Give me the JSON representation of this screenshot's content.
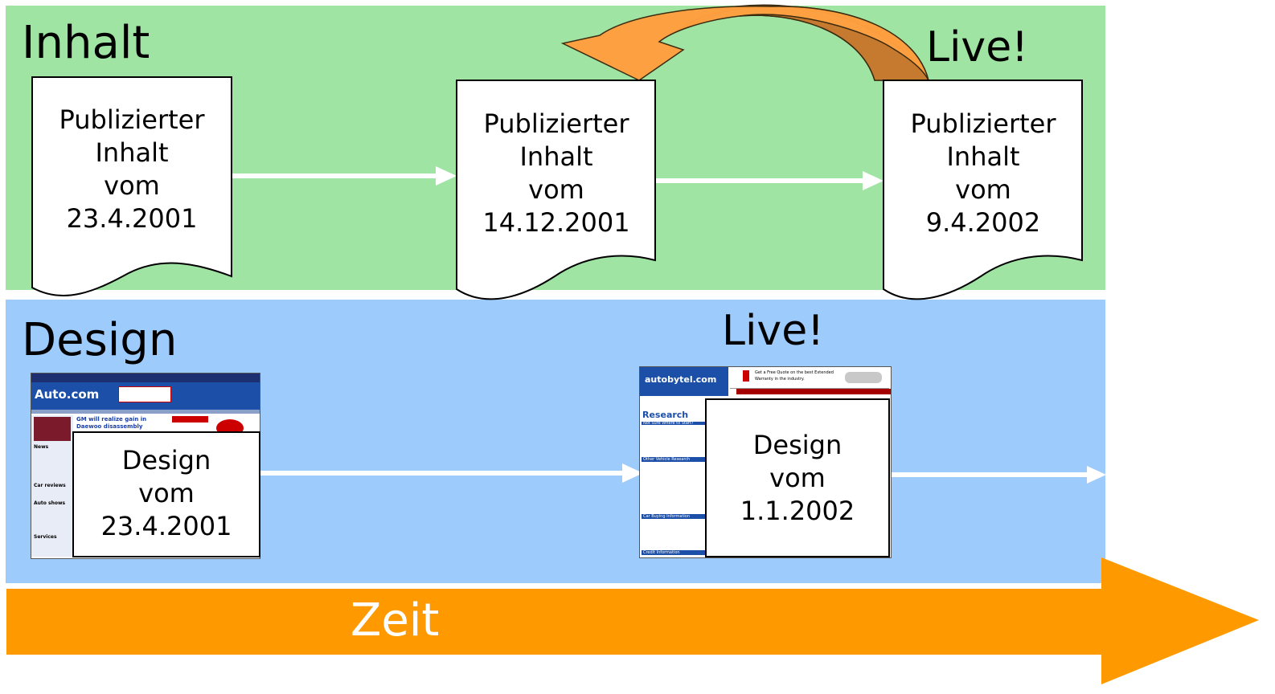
{
  "lanes": {
    "content": {
      "label": "Inhalt",
      "live": "Live!",
      "color": "#a0e4a3"
    },
    "design": {
      "label": "Design",
      "live": "Live!",
      "color": "#9ccbfc"
    }
  },
  "documents": [
    {
      "lines": [
        "Publizierter",
        "Inhalt",
        "vom",
        "23.4.2001"
      ]
    },
    {
      "lines": [
        "Publizierter",
        "Inhalt",
        "vom",
        "14.12.2001"
      ]
    },
    {
      "lines": [
        "Publizierter",
        "Inhalt",
        "vom",
        "9.4.2002"
      ]
    }
  ],
  "designs": [
    {
      "lines": [
        "Design",
        "vom",
        "23.4.2001"
      ],
      "screenshot": {
        "logo": "Auto.com",
        "headline": "GM will realize gain in Daewoo disassembly",
        "sidebar": [
          "News",
          "Car reviews",
          "Auto shows",
          "Services"
        ]
      }
    },
    {
      "lines": [
        "Design",
        "vom",
        "1.1.2002"
      ],
      "screenshot": {
        "logo": "autobytel.com",
        "banner": "Get a Free Quote on the best Extended Warranty in the industry.",
        "heading": "Research",
        "sidebar": [
          "Not Sure Where to Start?",
          "Other Vehicle Research",
          "Car Buying Information",
          "Credit Information"
        ]
      }
    }
  ],
  "timeline": {
    "label": "Zeit",
    "color": "#ff9900"
  },
  "colors": {
    "arrow_white": "#ffffff",
    "feedback_light": "#ff9f40",
    "feedback_dark": "#c57a30"
  }
}
